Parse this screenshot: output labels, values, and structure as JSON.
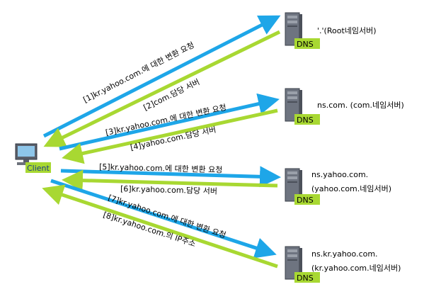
{
  "client": {
    "tag": "Client"
  },
  "servers": [
    {
      "tag": "DNS",
      "name_line1": "'.'(Root네임서버)",
      "name_line2": ""
    },
    {
      "tag": "DNS",
      "name_line1": "ns.com. (com.네임서버)",
      "name_line2": ""
    },
    {
      "tag": "DNS",
      "name_line1": "ns.yahoo.com.",
      "name_line2": "(yahoo.com.네임서버)"
    },
    {
      "tag": "DNS",
      "name_line1": "ns.kr.yahoo.com.",
      "name_line2": "(kr.yahoo.com.네임서버)"
    }
  ],
  "steps": [
    {
      "label": "[1]kr.yahoo.com.에 대한 변환 요청",
      "color": "#1ea6e8",
      "direction": "to-server"
    },
    {
      "label": "[2]com.담당 서버",
      "color": "#a8d832",
      "direction": "to-client"
    },
    {
      "label": "[3]kr.yahoo.com.에 대한 변환 요청",
      "color": "#1ea6e8",
      "direction": "to-server"
    },
    {
      "label": "[4]yahoo.com.담당 서버",
      "color": "#a8d832",
      "direction": "to-client"
    },
    {
      "label": "[5]kr.yahoo.com.에 대한 변환 요청",
      "color": "#1ea6e8",
      "direction": "to-server"
    },
    {
      "label": "[6]kr.yahoo.com.담당 서버",
      "color": "#a8d832",
      "direction": "to-client"
    },
    {
      "label": "[7]kr.yahoo.com.에 대한 변환 요청",
      "color": "#1ea6e8",
      "direction": "to-server"
    },
    {
      "label": "[8]kr.yahoo.com.의 IP주소",
      "color": "#a8d832",
      "direction": "to-client"
    }
  ]
}
